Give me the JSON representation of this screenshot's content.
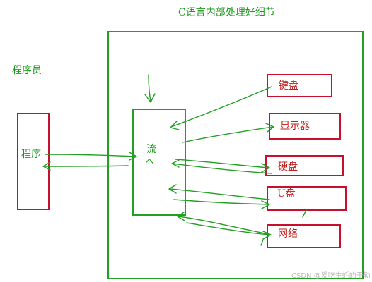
{
  "title": "C语言内部处理好细节",
  "programmer_label": "程序员",
  "program_label": "程序",
  "stream_label": "流",
  "stream_sub": "へ",
  "devices": [
    {
      "key": "keyboard",
      "label": "键盘"
    },
    {
      "key": "monitor",
      "label": "显示器"
    },
    {
      "key": "disk",
      "label": "硬盘"
    },
    {
      "key": "usb",
      "label": "U盘"
    },
    {
      "key": "network",
      "label": "网络"
    }
  ],
  "watermark": "CSDN @爱吃生蚝的于勒",
  "colors": {
    "green": "#22a022",
    "red": "#c8102e"
  }
}
